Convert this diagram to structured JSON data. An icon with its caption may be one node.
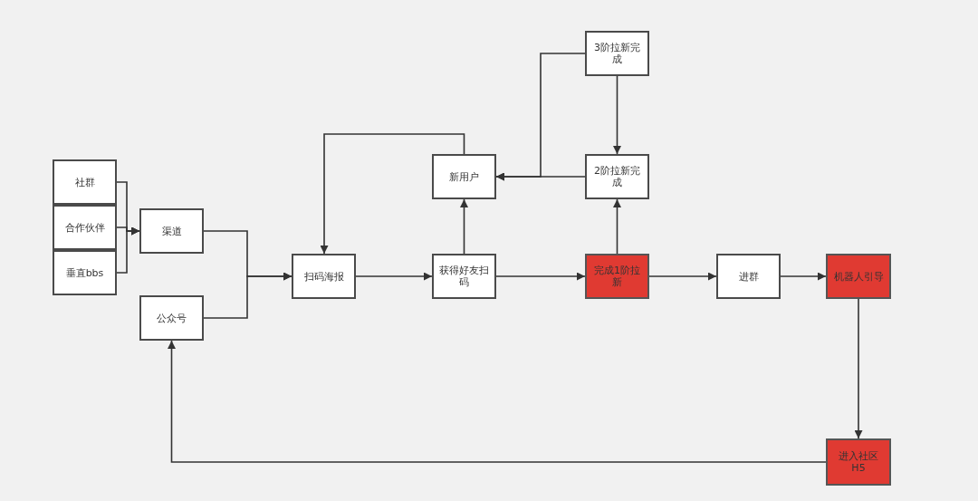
{
  "diagram": {
    "nodes": [
      {
        "text": [
          "社群"
        ]
      },
      {
        "text": [
          "合作伙伴"
        ]
      },
      {
        "text": [
          "垂直bbs"
        ]
      },
      {
        "text": [
          "渠道"
        ]
      },
      {
        "text": [
          "公众号"
        ]
      },
      {
        "text": [
          "扫码海报"
        ]
      },
      {
        "text": [
          "获得好友扫码"
        ]
      },
      {
        "text": [
          "新用户"
        ]
      },
      {
        "text": [
          "3阶拉新完成"
        ]
      },
      {
        "text": [
          "2阶拉新完成"
        ]
      },
      {
        "text": [
          "完成1阶拉新"
        ]
      },
      {
        "text": [
          "进群"
        ]
      },
      {
        "text": [
          "机器人引导"
        ]
      },
      {
        "text": [
          "进入社区H5"
        ]
      }
    ],
    "edges": [
      {
        "from": 0,
        "to": 3,
        "arrow": "to"
      },
      {
        "from": 1,
        "to": 3,
        "arrow": "to"
      },
      {
        "from": 2,
        "to": 3,
        "arrow": "to"
      },
      {
        "from": 3,
        "to": 5,
        "arrow": "to"
      },
      {
        "from": 4,
        "to": 5,
        "arrow": "to"
      },
      {
        "from": 5,
        "to": 6,
        "arrow": "to"
      },
      {
        "from": 6,
        "to": 7,
        "arrow": "to"
      },
      {
        "from": 6,
        "to": 10,
        "arrow": "to"
      },
      {
        "from": 10,
        "to": 9,
        "arrow": "to"
      },
      {
        "from": 9,
        "to": 7,
        "arrow": "to"
      },
      {
        "from": 8,
        "to": 7,
        "arrow": "to"
      },
      {
        "from": 8,
        "to": 9,
        "arrow": "to"
      },
      {
        "from": 7,
        "to": 5,
        "arrow": "to"
      },
      {
        "from": 10,
        "to": 11,
        "arrow": "to"
      },
      {
        "from": 11,
        "to": 12,
        "arrow": "to"
      },
      {
        "from": 12,
        "to": 13,
        "arrow": "to"
      },
      {
        "from": 13,
        "to": 4,
        "arrow": "to"
      }
    ]
  }
}
